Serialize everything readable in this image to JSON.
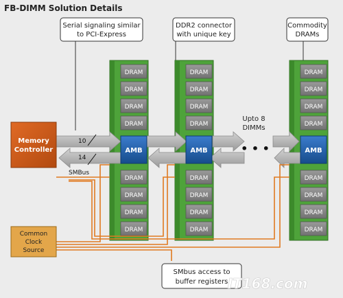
{
  "title": "FB-DIMM Solution Details",
  "callouts": {
    "serial": [
      "Serial signaling similar",
      "to PCI-Express"
    ],
    "connector": [
      "DDR2 connector",
      "with unique key"
    ],
    "commodity": [
      "Commodity",
      "DRAMs"
    ],
    "smbus_access": [
      "SMbus access to",
      "buffer registers"
    ]
  },
  "upto": [
    "Upto 8",
    "DIMMs"
  ],
  "memory_controller": [
    "Memory",
    "Controller"
  ],
  "clock_source": [
    "Common",
    "Clock",
    "Source"
  ],
  "chip_label": "DRAM",
  "buffer_label": "AMB",
  "lane_counts": {
    "southbound": "10",
    "northbound": "14"
  },
  "smbus_label": "SMBus",
  "ellipsis": "• • •",
  "watermark": "IT168.com",
  "colors": {
    "pcb": "#4ea33a",
    "dram": "#8a8a8a",
    "amb": "#1f5fa8",
    "controller": "#cc5a18",
    "clock": "#e3a64a",
    "signal": "#e07a20",
    "bus_arrow": "#b0b0b0"
  }
}
